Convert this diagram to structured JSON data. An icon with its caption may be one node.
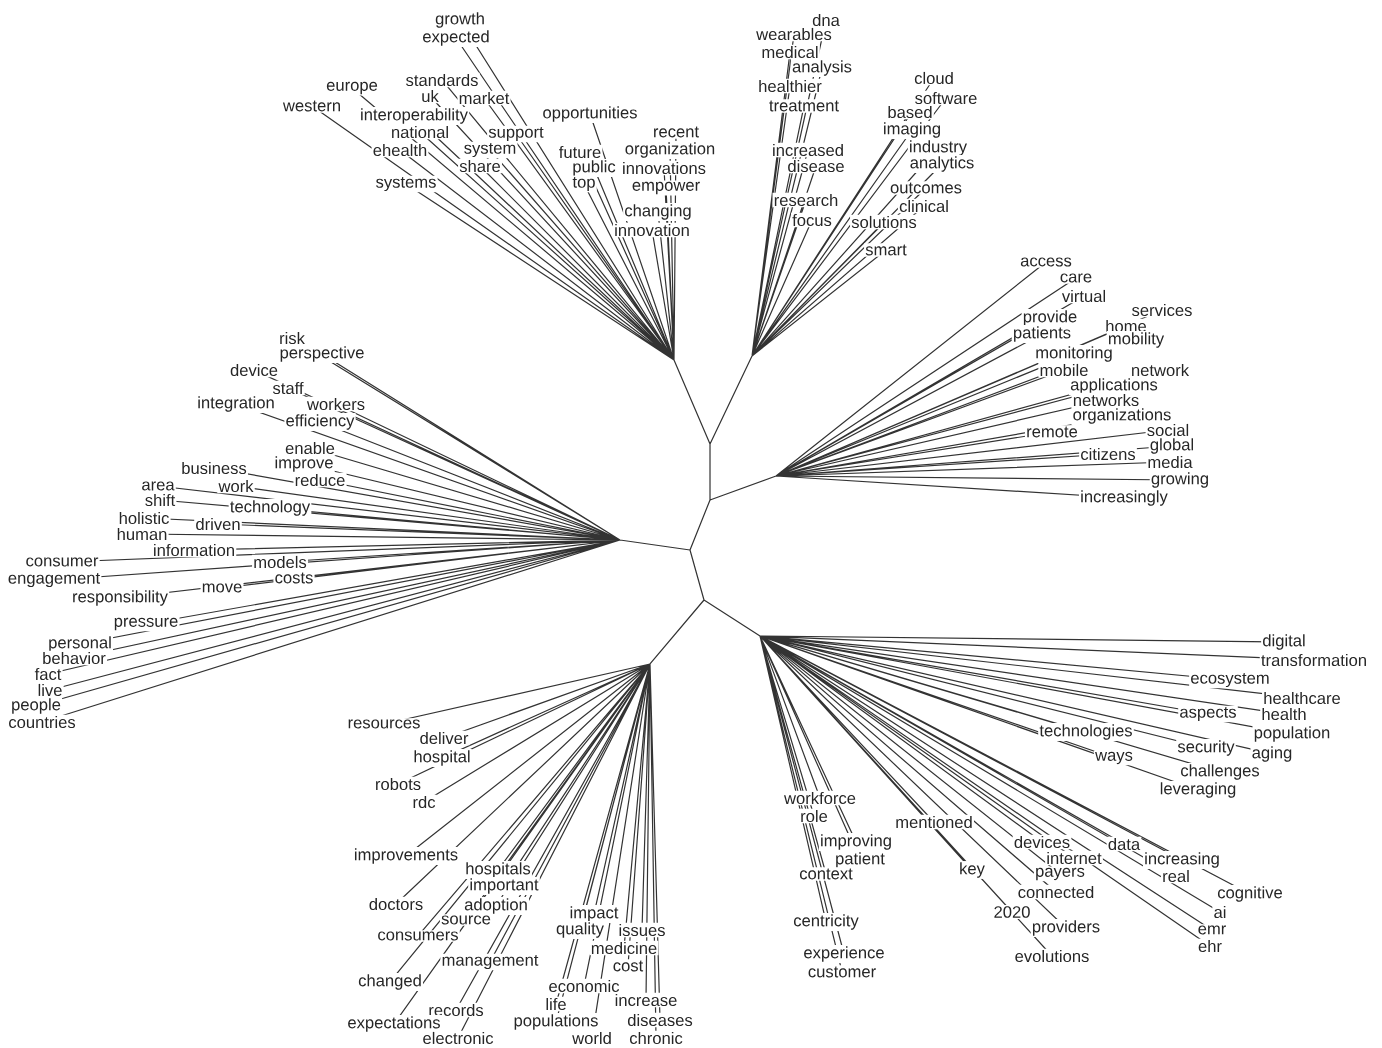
{
  "diagram": {
    "labels": [
      "growth",
      "expected",
      "standards",
      "europe",
      "uk",
      "market",
      "western",
      "interoperability",
      "opportunities",
      "national",
      "support",
      "recent",
      "ehealth",
      "system",
      "future",
      "organization",
      "share",
      "public",
      "innovations",
      "systems",
      "top",
      "empower",
      "changing",
      "innovation",
      "dna",
      "wearables",
      "medical",
      "analysis",
      "healthier",
      "treatment",
      "increased",
      "disease",
      "research",
      "focus",
      "cloud",
      "software",
      "based",
      "imaging",
      "industry",
      "analytics",
      "outcomes",
      "clinical",
      "solutions",
      "smart",
      "access",
      "care",
      "virtual",
      "services",
      "provide",
      "home",
      "patients",
      "mobility",
      "monitoring",
      "mobile",
      "network",
      "applications",
      "networks",
      "organizations",
      "remote",
      "social",
      "global",
      "citizens",
      "media",
      "growing",
      "increasingly",
      "risk",
      "perspective",
      "device",
      "staff",
      "integration",
      "workers",
      "efficiency",
      "enable",
      "business",
      "improve",
      "reduce",
      "area",
      "work",
      "shift",
      "technology",
      "holistic",
      "driven",
      "human",
      "information",
      "consumer",
      "models",
      "engagement",
      "costs",
      "move",
      "responsibility",
      "pressure",
      "personal",
      "behavior",
      "fact",
      "live",
      "people",
      "countries",
      "resources",
      "deliver",
      "hospital",
      "robots",
      "rdc",
      "improvements",
      "hospitals",
      "important",
      "doctors",
      "adoption",
      "impact",
      "source",
      "quality",
      "issues",
      "consumers",
      "medicine",
      "management",
      "cost",
      "changed",
      "economic",
      "life",
      "increase",
      "records",
      "populations",
      "diseases",
      "expectations",
      "electronic",
      "world",
      "chronic",
      "digital",
      "transformation",
      "ecosystem",
      "healthcare",
      "aspects",
      "health",
      "technologies",
      "population",
      "ways",
      "security",
      "aging",
      "challenges",
      "leveraging",
      "workforce",
      "role",
      "mentioned",
      "improving",
      "devices",
      "data",
      "patient",
      "internet",
      "increasing",
      "context",
      "key",
      "payers",
      "real",
      "connected",
      "cognitive",
      "2020",
      "ai",
      "centricity",
      "providers",
      "emr",
      "ehr",
      "experience",
      "evolutions",
      "customer"
    ]
  }
}
